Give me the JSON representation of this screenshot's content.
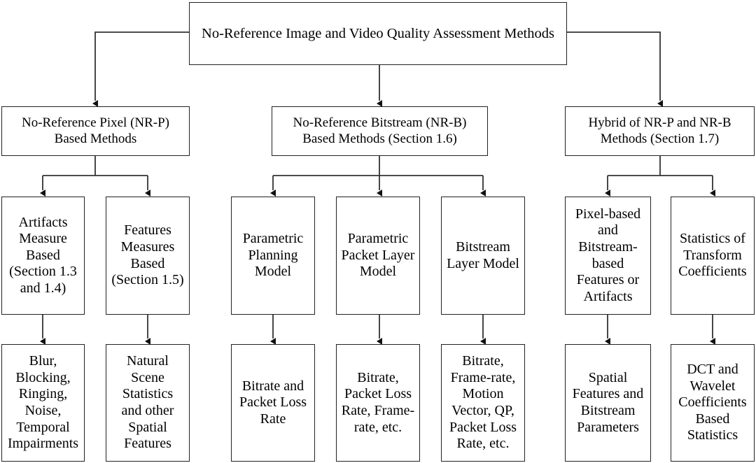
{
  "diagram": {
    "title_node": {
      "label": "No-Reference Image and Video Quality Assessment Methods"
    },
    "level2": [
      {
        "label": "No-Reference Pixel (NR-P)\nBased Methods"
      },
      {
        "label": "No-Reference Bitstream (NR-B)\nBased Methods (Section 1.6)"
      },
      {
        "label": "Hybrid of NR-P and NR-B\nMethods (Section 1.7)"
      }
    ],
    "level3": [
      {
        "label": "Artifacts\nMeasure\nBased\n(Section 1.3\nand 1.4)"
      },
      {
        "label": "Features\nMeasures\nBased\n(Section 1.5)"
      },
      {
        "label": "Parametric\nPlanning\nModel"
      },
      {
        "label": "Parametric\nPacket Layer\nModel"
      },
      {
        "label": "Bitstream\nLayer Model"
      },
      {
        "label": "Pixel-based\nand\nBitstream-\nbased\nFeatures or\nArtifacts"
      },
      {
        "label": "Statistics of\nTransform\nCoefficients"
      }
    ],
    "level4": [
      {
        "label": "Blur,\nBlocking,\nRinging,\nNoise,\nTemporal\nImpairments"
      },
      {
        "label": "Natural\nScene\nStatistics\nand other\nSpatial\nFeatures"
      },
      {
        "label": "Bitrate and\nPacket Loss\nRate"
      },
      {
        "label": "Bitrate,\nPacket Loss\nRate, Frame-\nrate, etc."
      },
      {
        "label": "Bitrate,\nFrame-rate,\nMotion\nVector, QP,\nPacket Loss\nRate, etc."
      },
      {
        "label": "Spatial\nFeatures and\nBitstream\nParameters"
      },
      {
        "label": "DCT and\nWavelet\nCoefficients\nBased\nStatistics"
      }
    ],
    "colors": {
      "stroke": "#222222",
      "background": "#ffffff",
      "text": "#000000"
    }
  }
}
